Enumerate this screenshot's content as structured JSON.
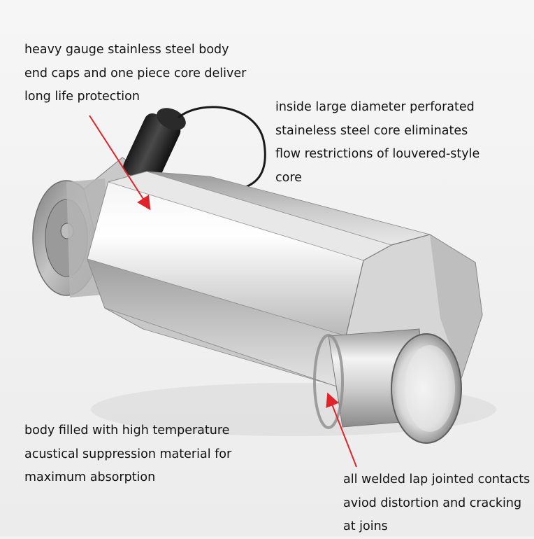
{
  "product": "stainless steel muffler with electric cutout valve",
  "annotations": [
    {
      "lines": [
        "heavy gauge stainless steel body",
        "end caps and one piece core deliver",
        "long life protection"
      ]
    },
    {
      "lines": [
        "inside large diameter perforated",
        "staineless steel core eliminates",
        "flow restrictions of louvered-style",
        "core"
      ]
    },
    {
      "lines": [
        "body filled with high temperature",
        "acustical suppression material for",
        "maximum absorption"
      ]
    },
    {
      "lines": [
        "all welded lap jointed contacts",
        "aviod distortion and cracking",
        "at joins"
      ]
    }
  ],
  "colors": {
    "background": "#f2f2f2",
    "arrow": "#e0242a",
    "text": "#111111",
    "steel_light": "#f7f7f7",
    "steel_dark": "#7b7b7b"
  }
}
